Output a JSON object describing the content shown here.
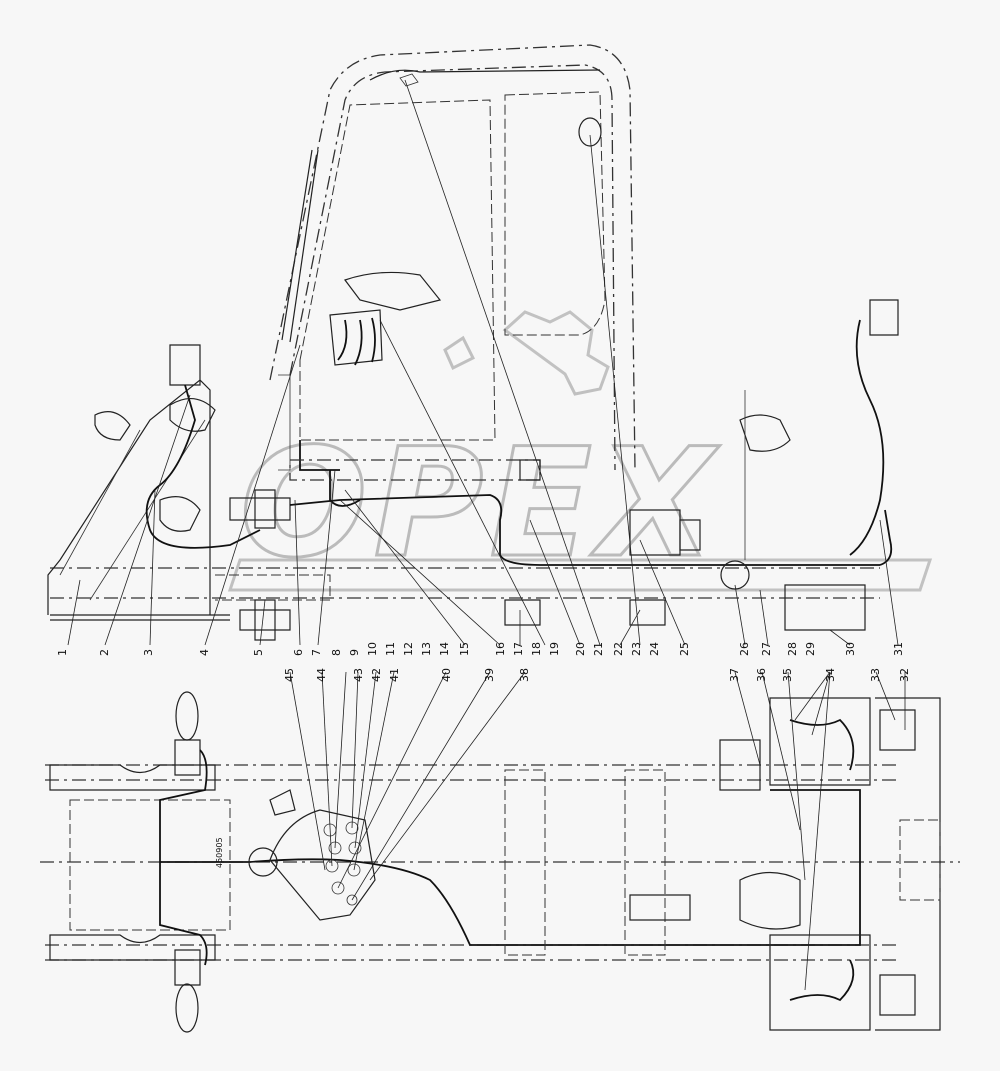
{
  "watermark": "OPEX",
  "side_view_callouts": [
    "1",
    "2",
    "3",
    "4",
    "5",
    "6",
    "7",
    "8",
    "9",
    "10",
    "11",
    "12",
    "13",
    "14",
    "15",
    "16",
    "17",
    "18",
    "19",
    "20",
    "21",
    "22",
    "23",
    "24",
    "25",
    "26",
    "27",
    "28",
    "29",
    "30",
    "31"
  ],
  "plan_view_callouts": [
    "45",
    "44",
    "43",
    "42",
    "41",
    "40",
    "39",
    "38",
    "37",
    "36",
    "35",
    "34",
    "33",
    "32"
  ],
  "plan_small_label": "450905",
  "colors": {
    "line": "#222222",
    "background": "#f7f7f7",
    "watermark": "#b5b5b5"
  }
}
